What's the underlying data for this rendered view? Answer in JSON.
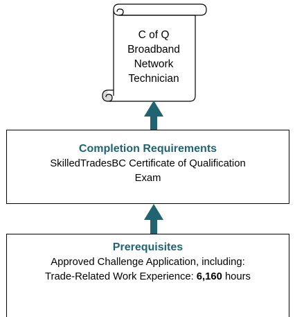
{
  "certificate": {
    "lines": [
      "C of Q",
      "Broadband",
      "Network",
      "Technician"
    ]
  },
  "completion": {
    "title": "Completion Requirements",
    "body_lines": [
      "SkilledTradesBC Certificate of Qualification",
      "Exam"
    ]
  },
  "prerequisites": {
    "title": "Prerequisites",
    "line1": "Approved Challenge Application, including:",
    "line2_prefix": "Trade-Related Work Experience: ",
    "hours_value": "6,160",
    "hours_unit": " hours"
  },
  "colors": {
    "arrow": "#1f6470",
    "title_text": "#1f6470",
    "border": "#000000"
  }
}
